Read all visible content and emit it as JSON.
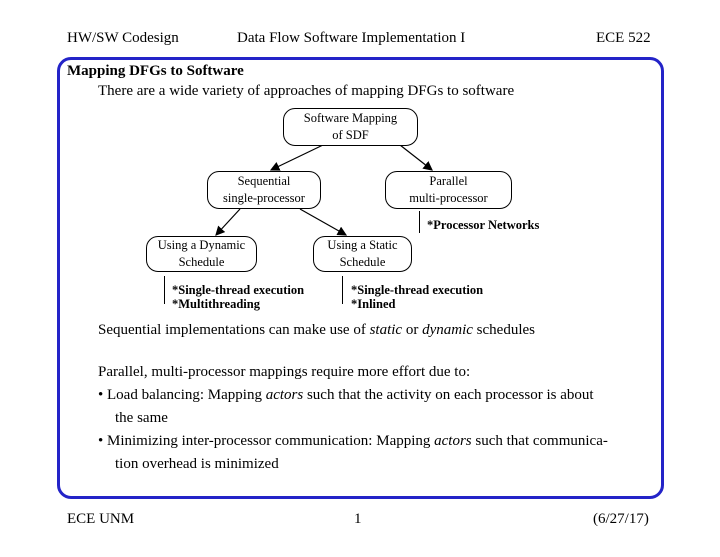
{
  "header": {
    "left": "HW/SW Codesign",
    "center": "Data Flow Software Implementation I",
    "right": "ECE 522"
  },
  "slide": {
    "title": "Mapping DFGs to Software",
    "intro": "There are a wide variety of approaches of mapping DFGs to software"
  },
  "diagram": {
    "root": {
      "line1": "Software Mapping",
      "line2": "of SDF"
    },
    "sequential": {
      "line1": "Sequential",
      "line2": "single-processor"
    },
    "parallel": {
      "line1": "Parallel",
      "line2": "multi-processor"
    },
    "dynamic": {
      "line1": "Using a Dynamic",
      "line2": "Schedule"
    },
    "static": {
      "line1": "Using a Static",
      "line2": "Schedule"
    },
    "parallel_note": "*Processor Networks",
    "dynamic_notes": [
      "*Single-thread execution",
      "*Multithreading"
    ],
    "static_notes": [
      "*Single-thread execution",
      "*Inlined"
    ]
  },
  "content": {
    "seq_prefix": "Sequential implementations can make use of ",
    "seq_static": "static",
    "seq_or": " or ",
    "seq_dynamic": "dynamic",
    "seq_suffix": " schedules",
    "parallel_intro": "Parallel, multi-processor mappings require more effort due to:",
    "bullet1_prefix": "• Load balancing: Mapping ",
    "bullet1_em": "actors",
    "bullet1_suffix": " such that the activity on each processor is about",
    "bullet1_cont": "the same",
    "bullet2_prefix": "• Minimizing inter-processor communication: Mapping ",
    "bullet2_em": "actors",
    "bullet2_suffix": " such that communica-",
    "bullet2_cont": "tion overhead is minimized"
  },
  "footer": {
    "left": "ECE UNM",
    "center": "1",
    "right": "(6/27/17)"
  },
  "colors": {
    "frame": "#2323c8"
  }
}
